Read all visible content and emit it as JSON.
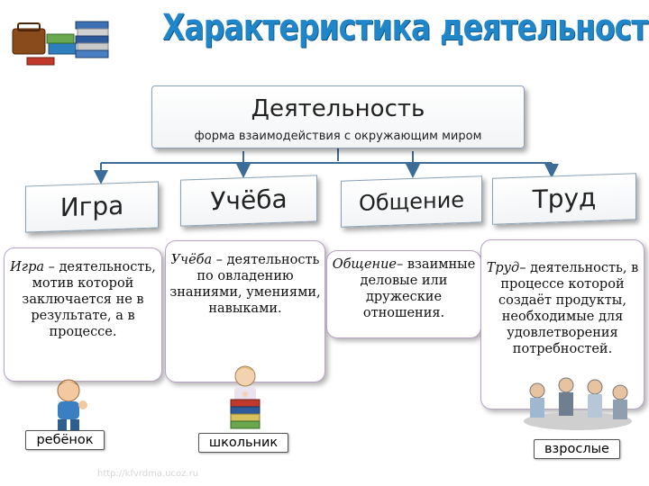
{
  "title": "Характеристика деятельности",
  "main": {
    "heading": "Деятельность",
    "subheading": "форма взаимодействия с окружающим миром"
  },
  "categories": [
    {
      "label": "Игра"
    },
    {
      "label": "Учёба"
    },
    {
      "label": "Общение"
    },
    {
      "label": "Труд"
    }
  ],
  "descriptions": {
    "game": {
      "term": "Игра",
      "rest": " – деятельность, мотив которой заключается не в результате, а в процессе."
    },
    "study": {
      "term": "Учёба",
      "rest": " – деятельность по овладению знаниями, умениями, навыками."
    },
    "comm": {
      "term": "Общение",
      "rest": "– взаимные деловые или дружеские отношения."
    },
    "work": {
      "term": "Труд",
      "rest": "– деятельность, в процессе которой создаёт продукты, необходимые для удовлетворения потребностей."
    }
  },
  "labels": {
    "child": "ребёнок",
    "pupil": "школьник",
    "adult": "взрослые"
  },
  "watermark": "http://kfvrdma.ucoz.ru",
  "colors": {
    "title": "#1f86c9",
    "box_border": "#8aa1b5",
    "desc_border": "#b9a3c7"
  },
  "icons": [
    "books-icon",
    "child-icon",
    "pupil-icon",
    "adults-icon"
  ]
}
